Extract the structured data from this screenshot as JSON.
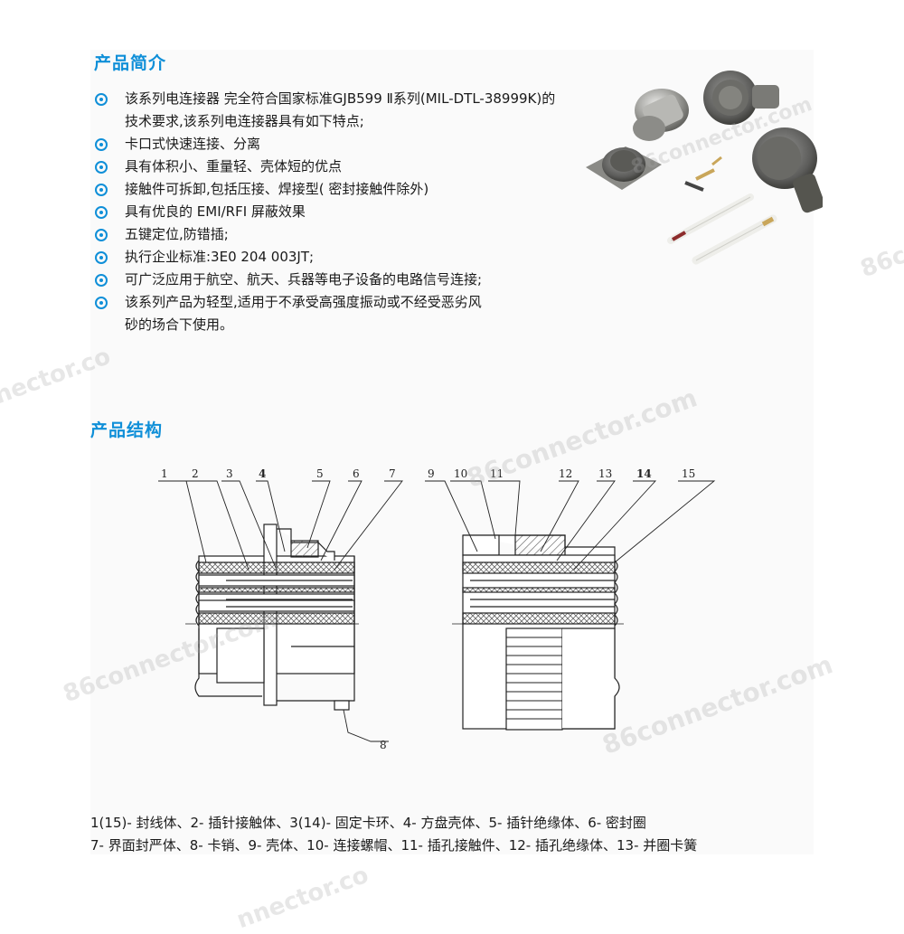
{
  "colors": {
    "heading": "#0f8fd8",
    "bullet": "#0f8fd8",
    "watermark": "#aaaaaa"
  },
  "section_intro": {
    "title": "产品简介"
  },
  "intro_items": [
    {
      "line1": "该系列电连接器 完全符合国家标准GJB599 Ⅱ系列(MIL-DTL-38999K)的",
      "line2": "技术要求,该系列电连接器具有如下特点;"
    },
    {
      "line1": "卡口式快速连接、分离",
      "line2": ""
    },
    {
      "line1": "具有体积小、重量轻、壳体短的优点",
      "line2": ""
    },
    {
      "line1": "接触件可拆卸,包括压接、焊接型( 密封接触件除外)",
      "line2": ""
    },
    {
      "line1": "具有优良的 EMI/RFI 屏蔽效果",
      "line2": ""
    },
    {
      "line1": "五键定位,防错插;",
      "line2": ""
    },
    {
      "line1": "执行企业标准:3E0 204 003JT;",
      "line2": ""
    },
    {
      "line1": "可广泛应用于航空、航天、兵器等电子设备的电路信号连接;",
      "line2": ""
    },
    {
      "line1": "该系列产品为轻型,适用于不承受高强度振动或不经受恶劣风",
      "line2": "砂的场合下使用。"
    }
  ],
  "section_structure": {
    "title": "产品结构"
  },
  "diagram_labels": {
    "left": [
      "1",
      "2",
      "3",
      "4",
      "5",
      "6",
      "7",
      "8"
    ],
    "right": [
      "9",
      "10",
      "11",
      "12",
      "13",
      "14",
      "15"
    ]
  },
  "legend": {
    "line1": "1(15)- 封线体、2- 插针接触体、3(14)- 固定卡环、4- 方盘壳体、5- 插针绝缘体、6- 密封圈",
    "line2": "7- 界面封严体、8- 卡销、9- 壳体、10- 连接螺帽、11- 插孔接触件、12- 插孔绝缘体、13- 并圈卡簧"
  },
  "watermark": {
    "text": "86connector.com",
    "partial_left": "nector.co",
    "partial_right": "86c",
    "partial_bottom": "nnector.co"
  }
}
